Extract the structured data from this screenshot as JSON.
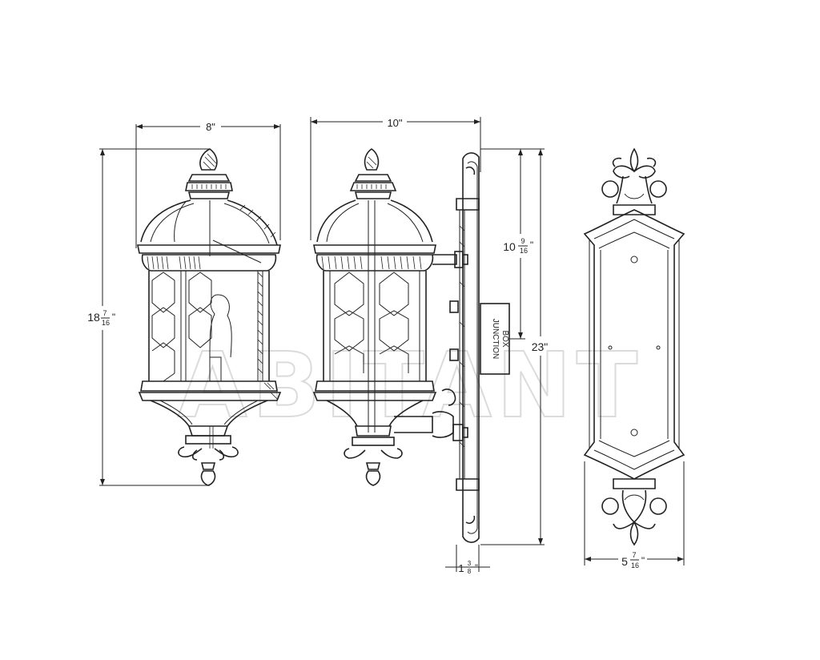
{
  "dimensions": {
    "front_width": "8\"",
    "side_width": "10\"",
    "front_height_whole": "18",
    "front_height_num": "7",
    "front_height_den": "16",
    "front_height_unit": "\"",
    "side_height_whole": "10",
    "side_height_num": "9",
    "side_height_den": "16",
    "side_height_unit": "\"",
    "overall_height": "23\"",
    "backplate_depth_whole": "1",
    "backplate_depth_num": "3",
    "backplate_depth_den": "8",
    "backplate_depth_unit": "\"",
    "backplate_width_whole": "5",
    "backplate_width_num": "7",
    "backplate_width_den": "16",
    "backplate_width_unit": "\""
  },
  "labels": {
    "junction_box_line1": "JUNCTION",
    "junction_box_line2": "BOX"
  },
  "watermark": "ABITANT"
}
